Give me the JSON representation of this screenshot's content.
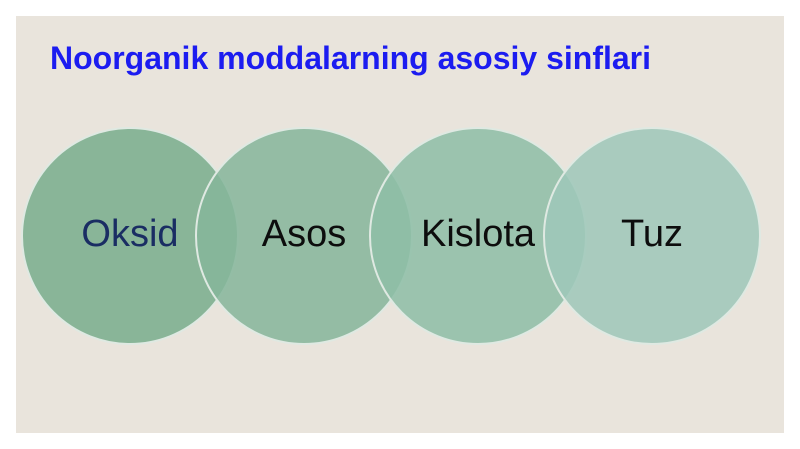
{
  "diagram": {
    "title": "Noorganik moddalarning asosiy sinflari",
    "circles": [
      {
        "label": "Oksid",
        "fill": "#79ad8d",
        "text_color": "#1a2d63"
      },
      {
        "label": "Asos",
        "fill": "#86b69b",
        "text_color": "#0d0d0d"
      },
      {
        "label": "Kislota",
        "fill": "#8ebea6",
        "text_color": "#0d0d0d"
      },
      {
        "label": "Tuz",
        "fill": "#9ec7b9",
        "text_color": "#0d0d0d"
      }
    ],
    "colors": {
      "background": "#e9e4dc",
      "title": "#1c1cf0"
    }
  }
}
